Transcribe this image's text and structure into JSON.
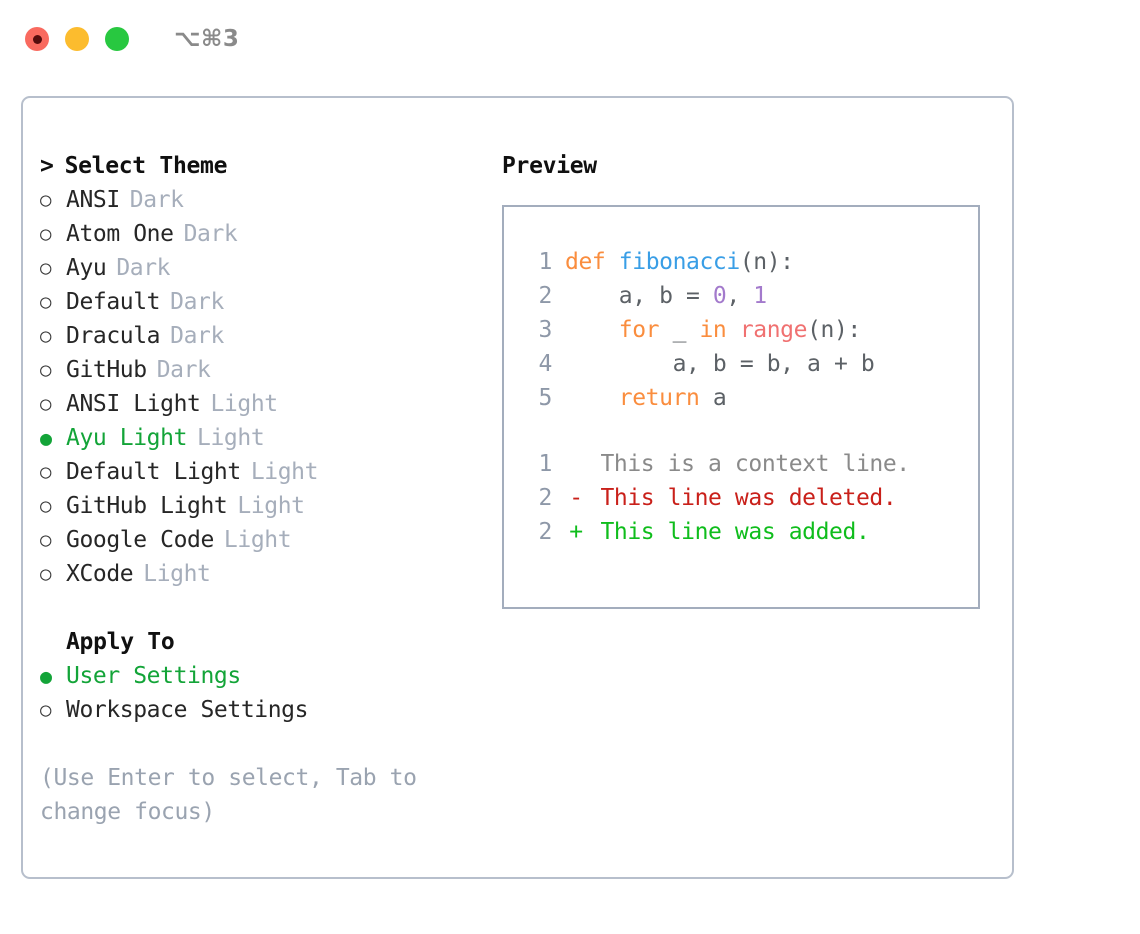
{
  "titlebar": {
    "buttons": [
      {
        "name": "close-button",
        "color": "#f96a5f"
      },
      {
        "name": "minimize-button",
        "color": "#fcbc2e"
      },
      {
        "name": "maximize-button",
        "color": "#28c840"
      }
    ],
    "shortcut": "⌥⌘3"
  },
  "select_theme": {
    "caret": ">",
    "heading": "Select Theme",
    "marker_unselected": "○",
    "marker_selected": "●",
    "items": [
      {
        "name": "ANSI",
        "kind": "Dark",
        "selected": false
      },
      {
        "name": "Atom One",
        "kind": "Dark",
        "selected": false
      },
      {
        "name": "Ayu",
        "kind": "Dark",
        "selected": false
      },
      {
        "name": "Default",
        "kind": "Dark",
        "selected": false
      },
      {
        "name": "Dracula",
        "kind": "Dark",
        "selected": false
      },
      {
        "name": "GitHub",
        "kind": "Dark",
        "selected": false
      },
      {
        "name": "ANSI Light",
        "kind": "Light",
        "selected": false
      },
      {
        "name": "Ayu Light",
        "kind": "Light",
        "selected": true
      },
      {
        "name": "Default Light",
        "kind": "Light",
        "selected": false
      },
      {
        "name": "GitHub Light",
        "kind": "Light",
        "selected": false
      },
      {
        "name": "Google Code",
        "kind": "Light",
        "selected": false
      },
      {
        "name": "XCode",
        "kind": "Light",
        "selected": false
      }
    ]
  },
  "apply_to": {
    "heading": "Apply To",
    "items": [
      {
        "name": "User Settings",
        "selected": true
      },
      {
        "name": "Workspace Settings",
        "selected": false
      }
    ]
  },
  "hint": "(Use Enter to select, Tab to change focus)",
  "preview": {
    "title": "Preview",
    "code_lines": [
      {
        "lineno": "1",
        "tokens": [
          {
            "text": "def ",
            "type": "kw"
          },
          {
            "text": "fibonacci",
            "type": "fn"
          },
          {
            "text": "(n):",
            "type": "plain"
          }
        ]
      },
      {
        "lineno": "2",
        "tokens": [
          {
            "text": "    a, b = ",
            "type": "plain"
          },
          {
            "text": "0",
            "type": "num"
          },
          {
            "text": ", ",
            "type": "plain"
          },
          {
            "text": "1",
            "type": "num"
          }
        ]
      },
      {
        "lineno": "3",
        "tokens": [
          {
            "text": "    for",
            "type": "kw"
          },
          {
            "text": " _ ",
            "type": "plain"
          },
          {
            "text": "in",
            "type": "kw"
          },
          {
            "text": " ",
            "type": "plain"
          },
          {
            "text": "range",
            "type": "call"
          },
          {
            "text": "(n):",
            "type": "plain"
          }
        ]
      },
      {
        "lineno": "4",
        "tokens": [
          {
            "text": "        a, b = b, a + b",
            "type": "plain"
          }
        ]
      },
      {
        "lineno": "5",
        "tokens": [
          {
            "text": "    return",
            "type": "kw"
          },
          {
            "text": " a",
            "type": "plain"
          }
        ]
      }
    ],
    "diff_lines": [
      {
        "lineno": "1",
        "mark": " ",
        "text": "This is a context line.",
        "type": "ctx"
      },
      {
        "lineno": "2",
        "mark": "-",
        "text": "This line was deleted.",
        "type": "del"
      },
      {
        "lineno": "2",
        "mark": "+",
        "text": "This line was added.",
        "type": "add"
      }
    ]
  }
}
